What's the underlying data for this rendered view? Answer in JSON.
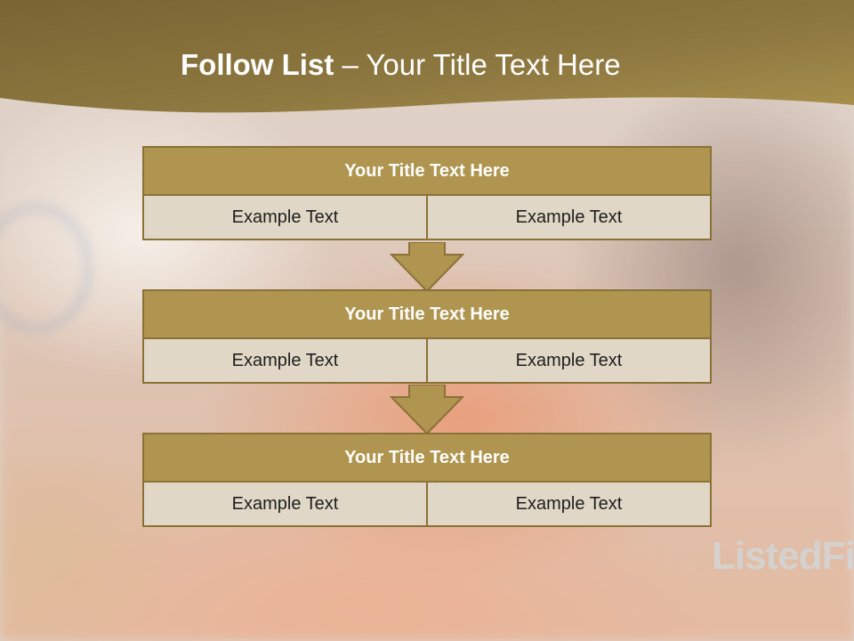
{
  "slide": {
    "title_bold": "Follow List",
    "title_rest": "– Your Title Text Here",
    "watermark": "ListedFi"
  },
  "blocks": [
    {
      "title": "Your Title Text Here",
      "left": "Example Text",
      "right": "Example Text"
    },
    {
      "title": "Your Title Text Here",
      "left": "Example Text",
      "right": "Example Text"
    },
    {
      "title": "Your Title Text Here",
      "left": "Example Text",
      "right": "Example Text"
    }
  ],
  "colors": {
    "header_band": "#8f7a40",
    "block_title_fill": "#b09550",
    "block_border": "#8a7138",
    "cell_fill": "#e1d7c7",
    "arrow_fill": "#b09550"
  }
}
